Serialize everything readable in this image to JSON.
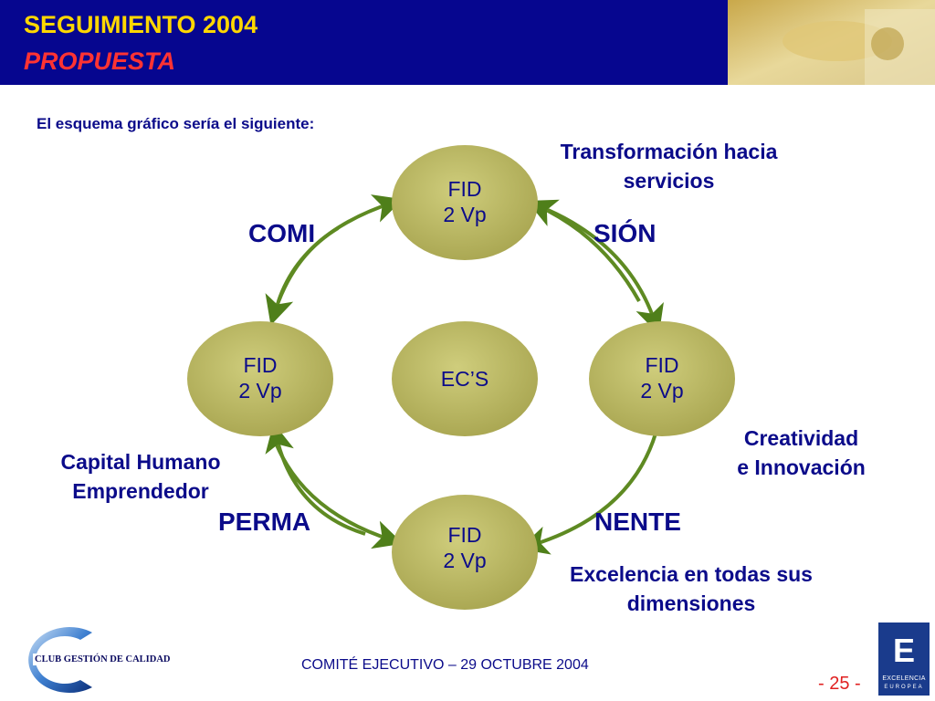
{
  "header": {
    "title_line1": "SEGUIMIENTO 2004",
    "title_line2": "PROPUESTA"
  },
  "intro": "El esquema gráfico sería el siguiente:",
  "diagram": {
    "nodes": {
      "top": {
        "line1": "FID",
        "line2": "2 Vp"
      },
      "left": {
        "line1": "FID",
        "line2": "2 Vp"
      },
      "center": {
        "label": "EC’S"
      },
      "right": {
        "line1": "FID",
        "line2": "2 Vp"
      },
      "bottom": {
        "line1": "FID",
        "line2": "2 Vp"
      }
    },
    "word_labels": {
      "comi": "COMI",
      "sion": "SIÓN",
      "perma": "PERMA",
      "nente": "NENTE"
    },
    "annotations": {
      "transformacion_1": "Transformación hacia",
      "transformacion_2": "servicios",
      "creatividad_1": "Creatividad",
      "creatividad_2": "e Innovación",
      "capital_1": "Capital Humano",
      "capital_2": "Emprendedor",
      "excelencia_1": "Excelencia en todas sus",
      "excelencia_2": "dimensiones"
    }
  },
  "footer": {
    "meeting": "COMITÉ EJECUTIVO – 29 OCTUBRE 2004",
    "page": "- 25 -",
    "club_logo_text": "CLUB GESTIÓN DE CALIDAD",
    "excelencia_logo_letter": "E",
    "excelencia_logo_word": "EXCELENCIA",
    "excelencia_logo_word2": "EUROPEA"
  },
  "colors": {
    "header_bg": "#06068f",
    "title1": "#ffd700",
    "title2": "#ff3333",
    "node_fill": "#b7b560",
    "arrow": "#4f7f1a",
    "text": "#0b0b8a"
  }
}
